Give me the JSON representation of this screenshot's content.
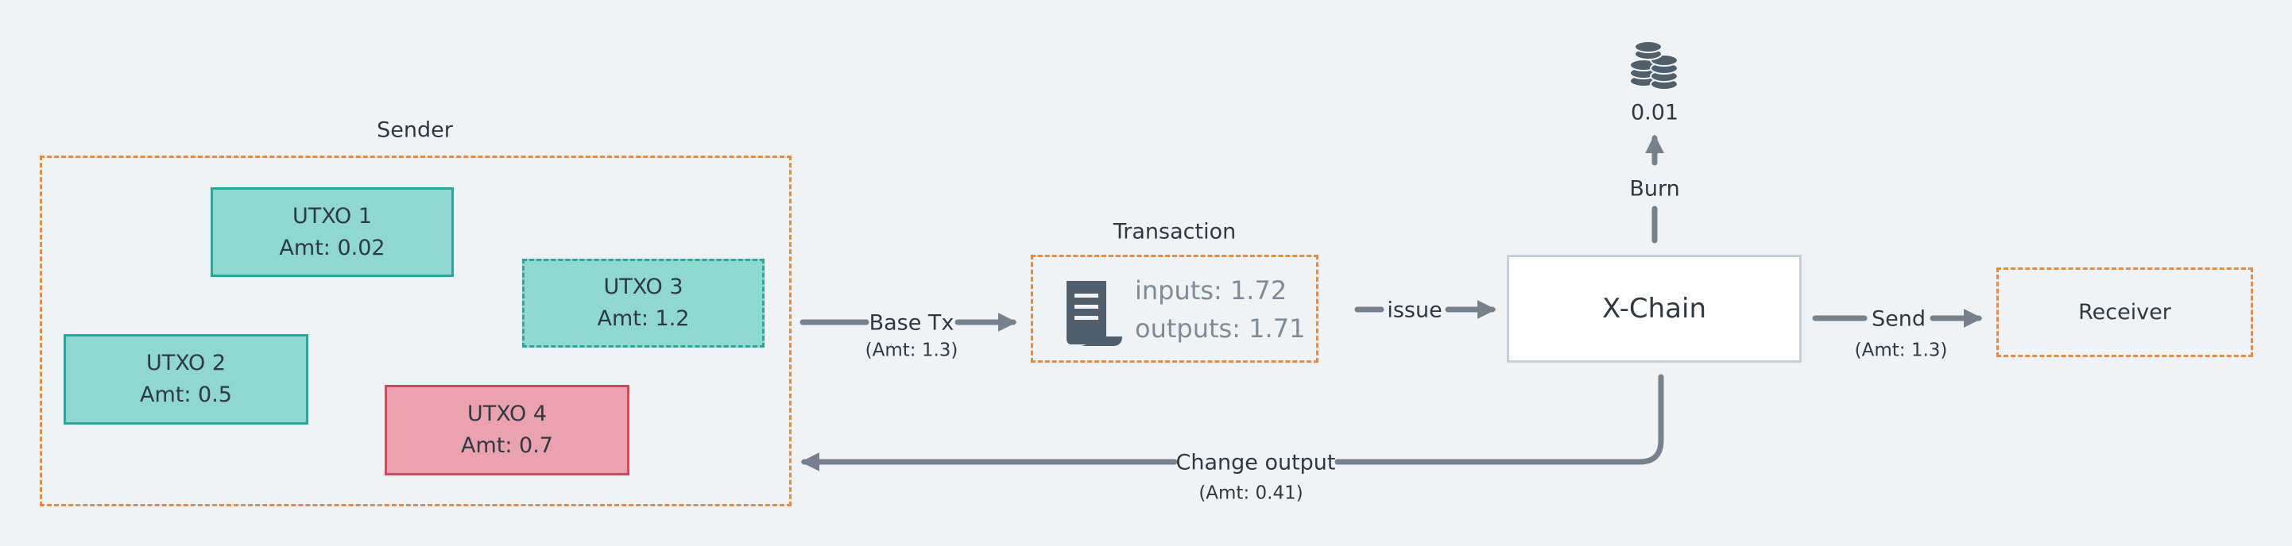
{
  "sender": {
    "label": "Sender"
  },
  "utxos": [
    {
      "name": "UTXO 1",
      "amt": "Amt: 0.02"
    },
    {
      "name": "UTXO 2",
      "amt": "Amt: 0.5"
    },
    {
      "name": "UTXO 3",
      "amt": "Amt: 1.2"
    },
    {
      "name": "UTXO 4",
      "amt": "Amt: 0.7"
    }
  ],
  "base_tx": {
    "label": "Base Tx",
    "amt": "(Amt: 1.3)"
  },
  "transaction": {
    "label": "Transaction",
    "inputs": "inputs: 1.72",
    "outputs": "outputs:  1.71",
    "icon": "receipt-icon"
  },
  "issue": {
    "label": "issue"
  },
  "xchain": {
    "label": "X-Chain"
  },
  "burn": {
    "label": "Burn",
    "value": "0.01",
    "icon": "coins-icon"
  },
  "send": {
    "label": "Send",
    "amt": "(Amt: 1.3)"
  },
  "receiver": {
    "label": "Receiver"
  },
  "change": {
    "label": "Change output",
    "amt": "(Amt: 0.41)"
  },
  "colors": {
    "dashed_border": "#ec8a3a",
    "utxo_fill": "#8fd8cf",
    "utxo_border": "#27a89a",
    "spent_fill": "#eaa3ae",
    "spent_border": "#d3475b",
    "arrow": "#75828e",
    "background": "#eff3f6"
  }
}
